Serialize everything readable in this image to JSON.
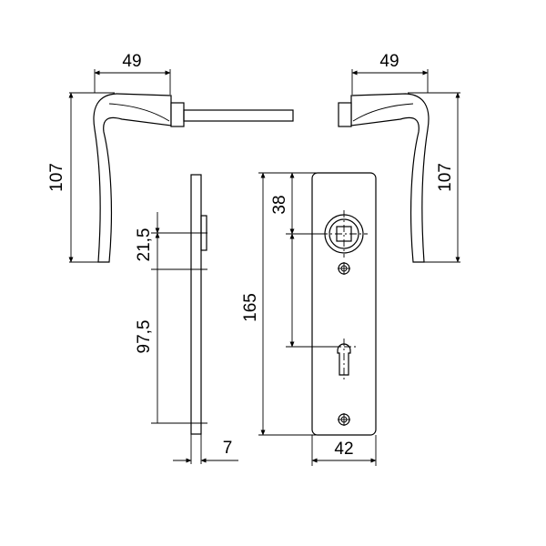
{
  "dimensions": {
    "handle_left_width": "49",
    "handle_right_width": "49",
    "handle_left_height": "107",
    "handle_right_height": "107",
    "rose_offset_top": "38",
    "plate_height": "165",
    "upper_segment": "21,5",
    "lower_segment": "97,5",
    "plate_thickness": "7",
    "plate_width": "42"
  }
}
